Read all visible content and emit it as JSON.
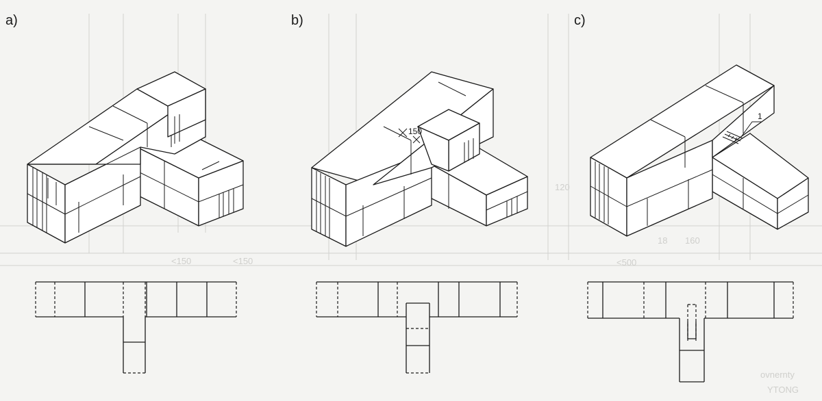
{
  "panels": [
    {
      "label": "a)"
    },
    {
      "label": "b)",
      "annotation": "150"
    },
    {
      "label": "c)",
      "annotation": "1"
    }
  ],
  "background_text": [
    "120",
    "18",
    "160",
    "<150",
    "<150",
    "<500",
    "ovnernty",
    "YTONG"
  ]
}
